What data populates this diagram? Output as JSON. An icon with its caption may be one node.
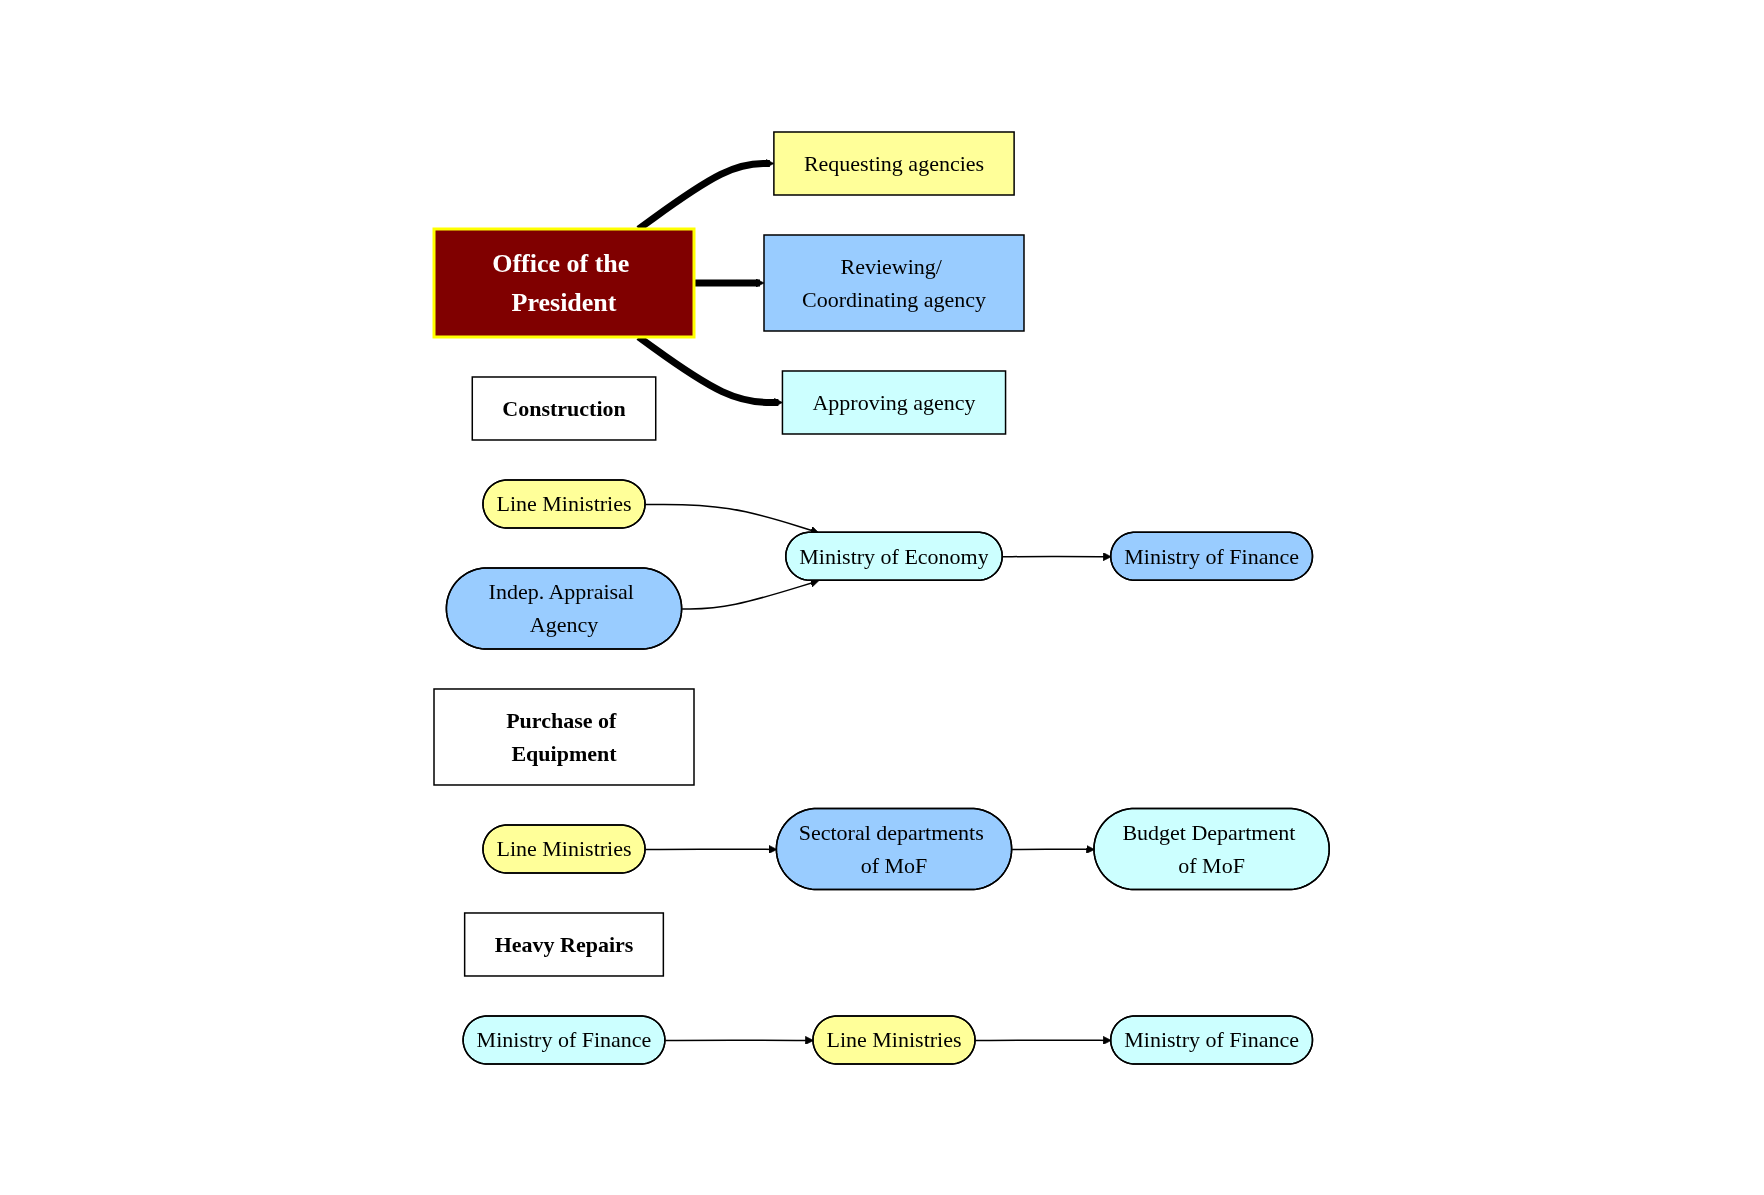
{
  "diagram": {
    "nodes": [
      {
        "text": [
          "Office of the President"
        ]
      },
      {
        "text": [
          "Requesting agencies"
        ]
      },
      {
        "text": [
          "Reviewing/ Coordinating agency"
        ]
      },
      {
        "text": [
          "Approving agency"
        ]
      },
      {
        "text": [
          "Construction"
        ]
      },
      {
        "text": [
          "Line Ministries"
        ]
      },
      {
        "text": [
          "Ministry of Economy"
        ]
      },
      {
        "text": [
          "Ministry of Finance"
        ]
      },
      {
        "text": [
          "Indep. Appraisal Agency"
        ]
      },
      {
        "text": [
          "Purchase of Equipment"
        ]
      },
      {
        "text": [
          "Line Ministries"
        ]
      },
      {
        "text": [
          "Sectoral departments of MoF"
        ]
      },
      {
        "text": [
          "Budget Department of MoF"
        ]
      },
      {
        "text": [
          "Heavy Repairs"
        ]
      },
      {
        "text": [
          "Ministry of Finance"
        ]
      },
      {
        "text": [
          "Line Ministries"
        ]
      },
      {
        "text": [
          "Ministry of Finance"
        ]
      }
    ],
    "edges": [
      {
        "from": 0,
        "to": 1,
        "arrow": "to",
        "style": "thick"
      },
      {
        "from": 0,
        "to": 2,
        "arrow": "to",
        "style": "thick"
      },
      {
        "from": 0,
        "to": 3,
        "arrow": "to",
        "style": "thick"
      },
      {
        "from": 5,
        "to": 6,
        "arrow": "to"
      },
      {
        "from": 6,
        "to": 7,
        "arrow": "to"
      },
      {
        "from": 8,
        "to": 6,
        "arrow": "to"
      },
      {
        "from": 10,
        "to": 11,
        "arrow": "to"
      },
      {
        "from": 11,
        "to": 12,
        "arrow": "to"
      },
      {
        "from": 14,
        "to": 15,
        "arrow": "to"
      },
      {
        "from": 15,
        "to": 16,
        "arrow": "to"
      }
    ]
  }
}
